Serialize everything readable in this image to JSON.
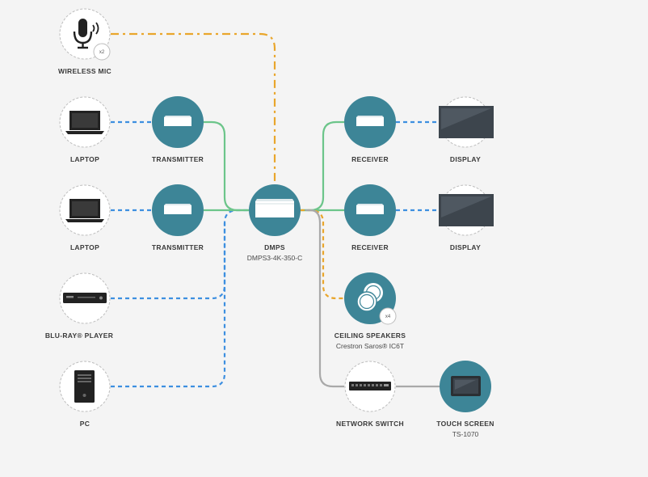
{
  "colors": {
    "teal": "#3d8597",
    "green": "#6cc58a",
    "blue": "#3d8fe0",
    "orange": "#e9a62c",
    "gray": "#a9a9a9",
    "ring": "#bdbdbd",
    "display": "#3d454d"
  },
  "nodes": {
    "wireless_mic": {
      "label": "WIRELESS MIC",
      "badge": "x2"
    },
    "laptop_1": {
      "label": "LAPTOP"
    },
    "laptop_2": {
      "label": "LAPTOP"
    },
    "bluray": {
      "label": "BLU-RAY® PLAYER"
    },
    "pc": {
      "label": "PC"
    },
    "transmitter_1": {
      "label": "TRANSMITTER"
    },
    "transmitter_2": {
      "label": "TRANSMITTER"
    },
    "dmps": {
      "label": "DMPS",
      "sublabel": "DMPS3-4K-350-C"
    },
    "receiver_1": {
      "label": "RECEIVER"
    },
    "receiver_2": {
      "label": "RECEIVER"
    },
    "display_1": {
      "label": "DISPLAY"
    },
    "display_2": {
      "label": "DISPLAY"
    },
    "ceiling_speakers": {
      "label": "CEILING SPEAKERS",
      "sublabel": "Crestron Saros® IC6T",
      "badge": "x4"
    },
    "network_switch": {
      "label": "NETWORK SWITCH"
    },
    "touch_screen": {
      "label": "TOUCH SCREEN",
      "sublabel": "TS-1070"
    }
  }
}
